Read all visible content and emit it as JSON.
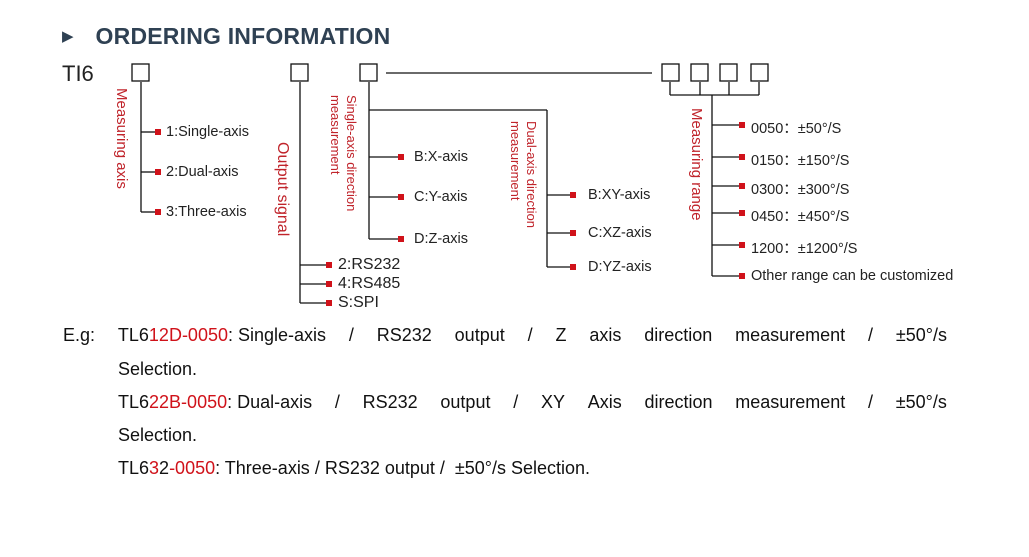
{
  "title": {
    "arrow": "▶",
    "text": "ORDERING INFORMATION"
  },
  "prefix": "TI6",
  "groups": {
    "axis": {
      "label": "Measuring axis",
      "options": [
        "1:Single-axis",
        "2:Dual-axis",
        "3:Three-axis"
      ]
    },
    "output": {
      "label": "Output signal",
      "options": [
        "2:RS232",
        "4:RS485",
        "S:SPI"
      ]
    },
    "single_dir": {
      "label_line1": "Single-axis direction",
      "label_line2": "measurement",
      "options": [
        "B:X-axis",
        "C:Y-axis",
        "D:Z-axis"
      ]
    },
    "dual_dir": {
      "label_line1": "Dual-axis direction",
      "label_line2": "measurement",
      "options": [
        "B:XY-axis",
        "C:XZ-axis",
        "D:YZ-axis"
      ]
    },
    "range": {
      "label": "Measuring range",
      "options": [
        "0050：±50°/S",
        "0150：±150°/S",
        "0300：±300°/S",
        "0450：±450°/S",
        "1200：±1200°/S",
        "Other range can be customized"
      ]
    }
  },
  "examples": {
    "label": "E.g:",
    "ex1": {
      "code_black1": "TL6",
      "code_red": "12D-0050",
      "desc_words": [
        ": Single-axis",
        "/",
        "RS232",
        "output",
        "/",
        "Z",
        "axis",
        "direction",
        "measurement",
        "/",
        "±50°/s"
      ],
      "continuation": "Selection."
    },
    "ex2": {
      "code_black1": "TL6",
      "code_red": "22B-0050",
      "desc_words": [
        ": Dual-axis",
        "/",
        "RS232",
        "output",
        "/",
        "XY",
        "Axis",
        "direction",
        "measurement",
        "/",
        "±50°/s"
      ],
      "continuation": "Selection."
    },
    "ex3": {
      "code_black1": "TL6",
      "code_red1": "3",
      "code_black2": "2",
      "code_red2": "-0050",
      "desc": ": Three-axis / RS232 output /  ±50°/s Selection."
    }
  },
  "colors": {
    "title": "#2f4153",
    "accent_red": "#c0242b",
    "line": "#111111"
  }
}
